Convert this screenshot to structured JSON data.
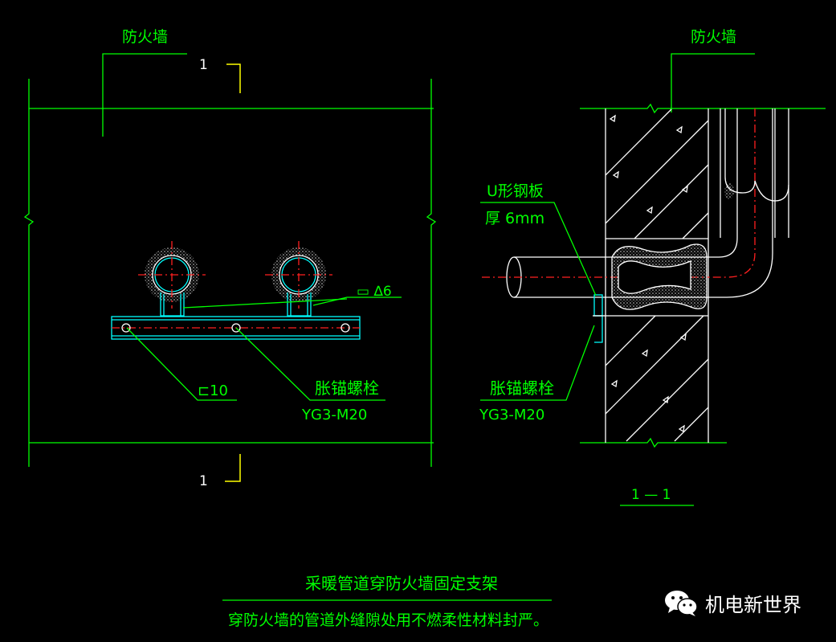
{
  "colors": {
    "background": "#000000",
    "leader": "#00ff00",
    "pipe": "#00ffff",
    "wall": "#ffffff",
    "centerline": "#ff2020",
    "insulation": "#d8d8d8",
    "cut_mark": "#ffff00",
    "text": "#00ff00"
  },
  "left_view": {
    "wall_label": "防火墙",
    "section_top_label": "1",
    "section_bottom_label": "1",
    "steel_plate_label": "▭ ∆6",
    "channel_label": "⊏10",
    "bolt_label": "胀锚螺栓",
    "bolt_spec": "YG3-M20"
  },
  "right_view": {
    "wall_label": "防火墙",
    "u_plate_label_line1": "U形钢板",
    "u_plate_label_line2": "厚 6mm",
    "bolt_label": "胀锚螺栓",
    "bolt_spec": "YG3-M20",
    "section_title": "1 — 1"
  },
  "caption": {
    "title": "采暖管道穿防火墙固定支架",
    "note": "穿防火墙的管道外缝隙处用不燃柔性材料封严。"
  },
  "watermark": {
    "icon": "wechat-icon",
    "text": "机电新世界"
  }
}
